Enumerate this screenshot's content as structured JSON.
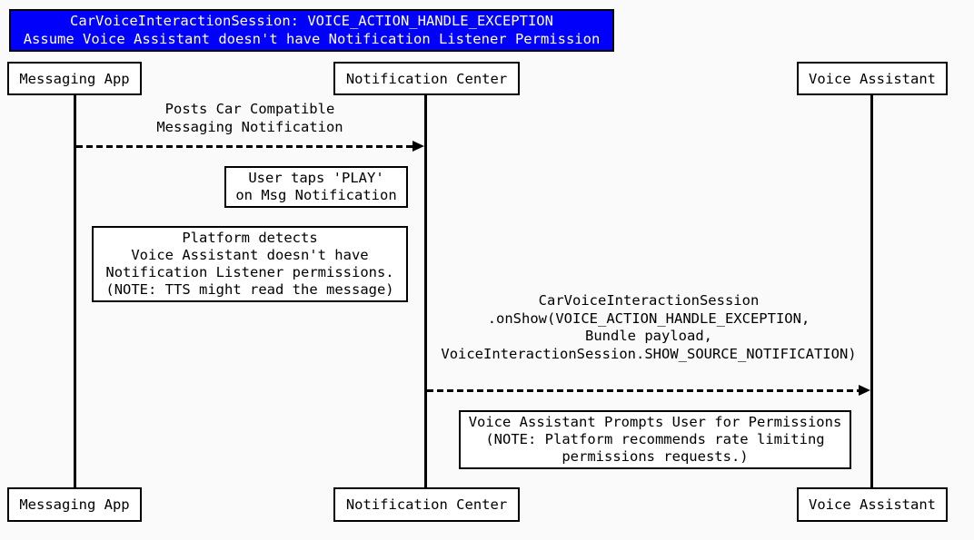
{
  "title": {
    "text": "CarVoiceInteractionSession: VOICE_ACTION_HANDLE_EXCEPTION\nAssume Voice Assistant doesn't have Notification Listener Permission"
  },
  "actors": {
    "messaging_app": "Messaging App",
    "notification_center": "Notification Center",
    "voice_assistant": "Voice Assistant"
  },
  "messages": {
    "post_notification": {
      "from": "messaging_app",
      "to": "notification_center",
      "text": "Posts Car Compatible\nMessaging Notification"
    },
    "on_show": {
      "from": "notification_center",
      "to": "voice_assistant",
      "text": "CarVoiceInteractionSession\n.onShow(VOICE_ACTION_HANDLE_EXCEPTION,\nBundle payload,\nVoiceInteractionSession.SHOW_SOURCE_NOTIFICATION)"
    }
  },
  "notes": {
    "user_taps_play": "User taps 'PLAY'\non Msg Notification",
    "platform_detects": "Platform detects\nVoice Assistant doesn't have\nNotification Listener permissions.\n(NOTE: TTS might read the message)",
    "voice_assistant_prompts": "Voice Assistant Prompts User for Permissions\n(NOTE: Platform recommends rate limiting\npermissions requests.)"
  },
  "colors": {
    "background": "#fafafa",
    "title_bg": "#0000fb",
    "title_text": "#ffffff",
    "box_bg": "#ffffff",
    "line": "#000000"
  }
}
